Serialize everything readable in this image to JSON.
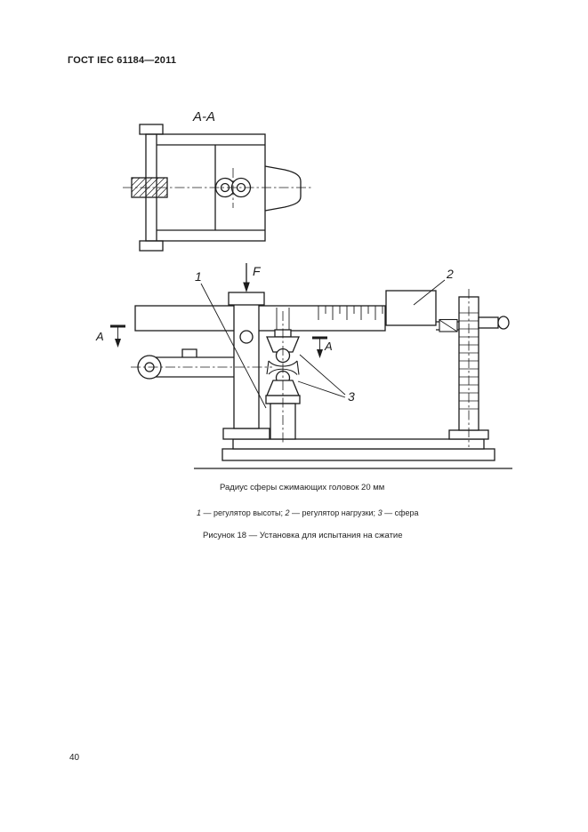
{
  "page": {
    "header": "ГОСТ IEC 61184—2011",
    "page_number": "40"
  },
  "figure": {
    "section_label": "А-А",
    "force_label": "F",
    "callout_1": "1",
    "callout_2": "2",
    "callout_3": "3",
    "section_mark": "А",
    "radius_note": "Радиус сферы сжимающих головок 20 мм",
    "legend": {
      "item1_num": "1",
      "item1_text": " — регулятор высоты; ",
      "item2_num": "2",
      "item2_text": " — регулятор нагрузки; ",
      "item3_num": "3",
      "item3_text": " — сфера"
    },
    "caption": "Рисунок 18 — Установка для испытания на сжатие"
  }
}
